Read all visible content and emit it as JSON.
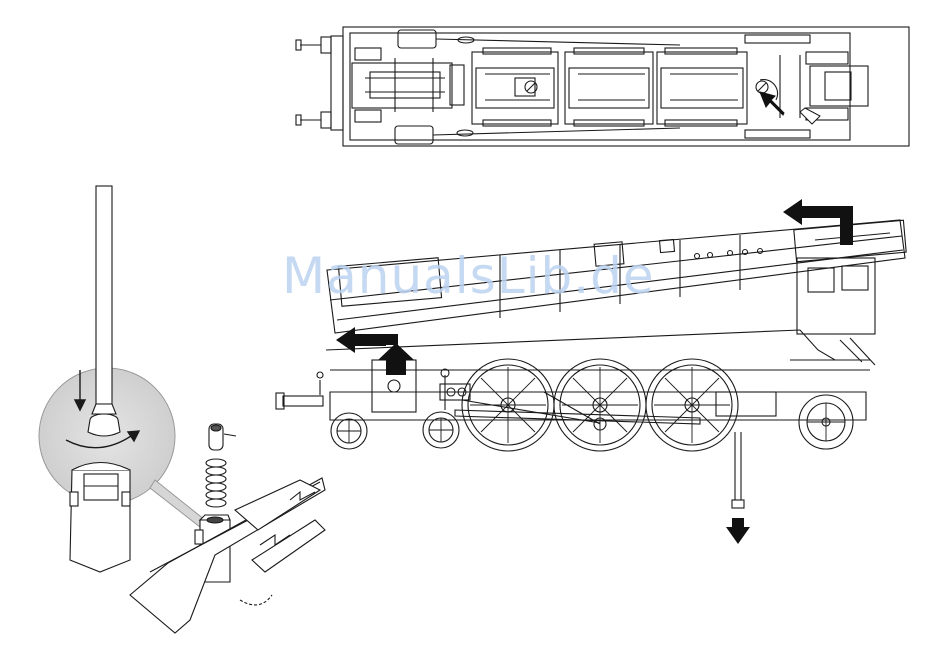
{
  "watermark": "ManualsLib.de",
  "colors": {
    "line": "#1a1a1a",
    "arrow": "#111111",
    "magnifier": "#d6d6d6",
    "background": "#ffffff",
    "watermark": "#bcd3f0"
  },
  "figures": [
    {
      "name": "underside-view",
      "icon": "locomotive-underside"
    },
    {
      "name": "body-removal-view",
      "icon": "locomotive-side"
    },
    {
      "name": "bulb-replacement-detail",
      "icon": "bulb-socket"
    }
  ],
  "arrows": [
    {
      "name": "push-arrow-underside",
      "direction": "up-left"
    },
    {
      "name": "lift-arrow-cab",
      "direction": "left"
    },
    {
      "name": "lift-arrow-smokebox",
      "direction": "left"
    },
    {
      "name": "push-up-arrow-front",
      "direction": "up"
    },
    {
      "name": "screw-down-arrow",
      "direction": "down"
    },
    {
      "name": "press-down-arrow",
      "direction": "down"
    },
    {
      "name": "rotate-arrow",
      "direction": "clockwise"
    }
  ]
}
